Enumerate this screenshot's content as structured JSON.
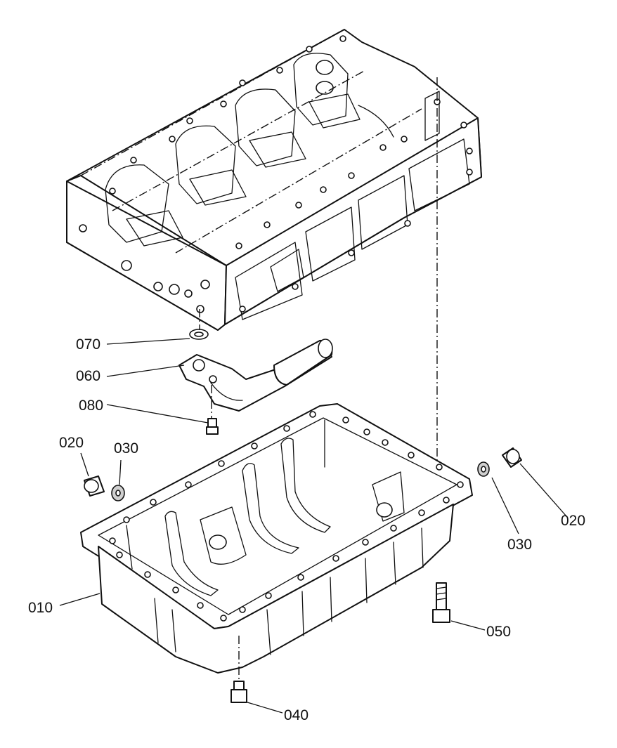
{
  "callouts": {
    "c010": "010",
    "c020_left": "020",
    "c020_right": "020",
    "c030_left": "030",
    "c030_right": "030",
    "c040": "040",
    "c050": "050",
    "c060": "060",
    "c070": "070",
    "c080": "080"
  }
}
